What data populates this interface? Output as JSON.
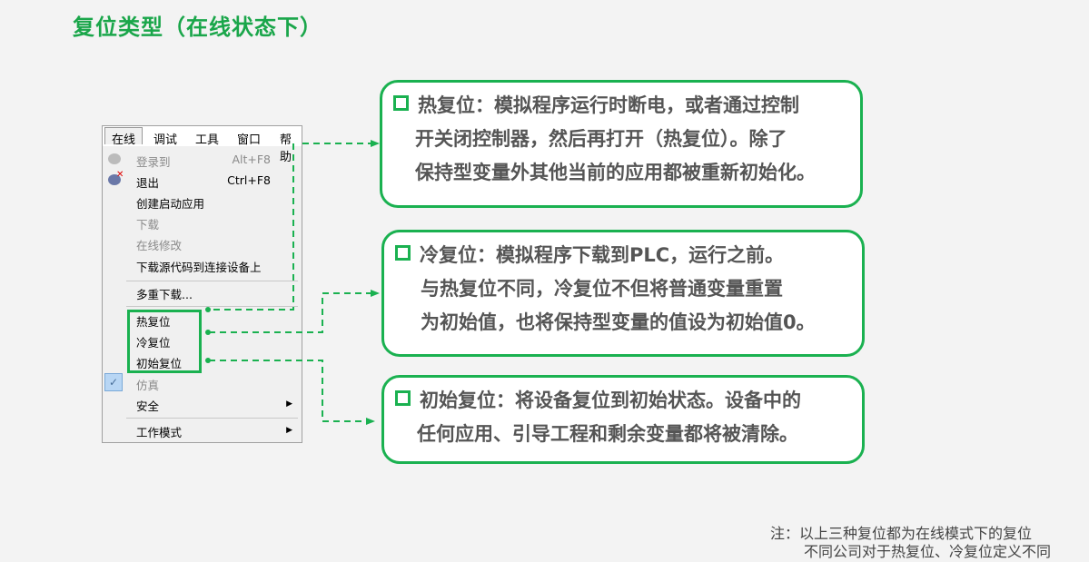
{
  "title": "复位类型（在线状态下）",
  "menu": {
    "bar": [
      "在线",
      "调试",
      "工具",
      "窗口",
      "帮助"
    ],
    "items": [
      {
        "label": "登录到",
        "shortcut": "Alt+F8",
        "disabled": true
      },
      {
        "label": "退出",
        "shortcut": "Ctrl+F8",
        "disabled": false
      },
      {
        "label": "创建启动应用",
        "disabled": false
      },
      {
        "label": "下载",
        "disabled": true
      },
      {
        "label": "在线修改",
        "disabled": true
      },
      {
        "label": "下载源代码到连接设备上",
        "disabled": false
      },
      {
        "label": "多重下载...",
        "disabled": false
      },
      {
        "label": "热复位",
        "disabled": false
      },
      {
        "label": "冷复位",
        "disabled": false
      },
      {
        "label": "初始复位",
        "disabled": false
      },
      {
        "label": "仿真",
        "disabled": true,
        "checked": true
      },
      {
        "label": "安全",
        "submenu": true
      },
      {
        "label": "工作模式",
        "submenu": true
      }
    ]
  },
  "callouts": [
    {
      "lines": [
        "热复位：模拟程序运行时断电，或者通过控制",
        "开关闭控制器，然后再打开（热复位）。除了",
        "保持型变量外其他当前的应用都被重新初始化。"
      ]
    },
    {
      "lines": [
        "冷复位：模拟程序下载到PLC，运行之前。",
        "与热复位不同，冷复位不但将普通变量重置",
        "为初始值，也将保持型变量的值设为初始值0。"
      ]
    },
    {
      "lines": [
        "初始复位：将设备复位到初始状态。设备中的",
        "任何应用、引导工程和剩余变量都将被清除。"
      ]
    }
  ],
  "note": [
    "注：以上三种复位都为在线模式下的复位",
    "不同公司对于热复位、冷复位定义不同"
  ],
  "colors": {
    "accent": "#1ab150",
    "title": "#1aa64a"
  }
}
